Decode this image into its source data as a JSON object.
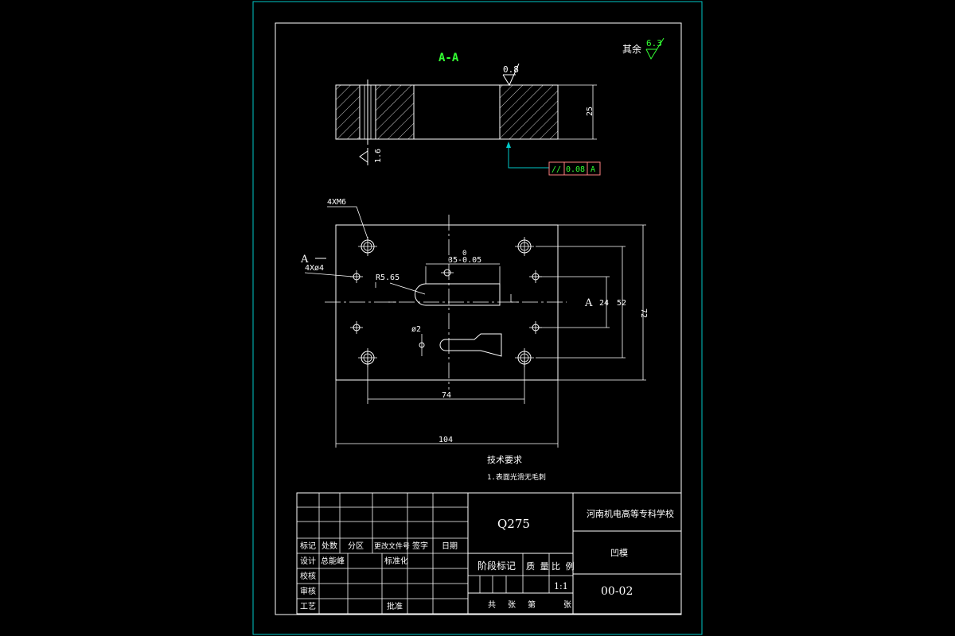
{
  "section_label": "A-A",
  "roughness_other_label": "其余",
  "roughness_other_value": "6.3",
  "roughness_top_value": "0.8",
  "roughness_side_value": "1.6",
  "dim_thickness": "25",
  "tolerance_frame": {
    "symbol": "//",
    "value": "0.08",
    "datum": "A"
  },
  "thread_callout": "4XM6",
  "hole_callout": "4Xø4",
  "radius_callout": "R5.65",
  "dim_slot_width_upper": "0",
  "dim_slot_width": "35-0.05",
  "small_hole_callout": "ø2",
  "section_marker": "A",
  "dim_24": "24",
  "dim_52": "52",
  "dim_72": "72",
  "dim_74": "74",
  "dim_104": "104",
  "tech_req_title": "技术要求",
  "tech_req_item": "1.表面光滑无毛刺",
  "title_block": {
    "material": "Q275",
    "school": "河南机电高等专科学校",
    "part_name": "凹模",
    "drawing_no": "00-02",
    "scale": "1:1",
    "headers": [
      "标记",
      "处数",
      "分区",
      "更改文件号",
      "签字",
      "日期"
    ],
    "design_label": "设计",
    "designer": "总能峰",
    "standard_label": "标准化",
    "check_label": "校核",
    "review_label": "审核",
    "process_label": "工艺",
    "approve_label": "批准",
    "stage_label": "阶段标记",
    "weight_label": "质 量",
    "scale_label": "比 例",
    "total_label": "共",
    "sheet_label": "张",
    "page_label": "第",
    "sheet_label2": "张"
  }
}
